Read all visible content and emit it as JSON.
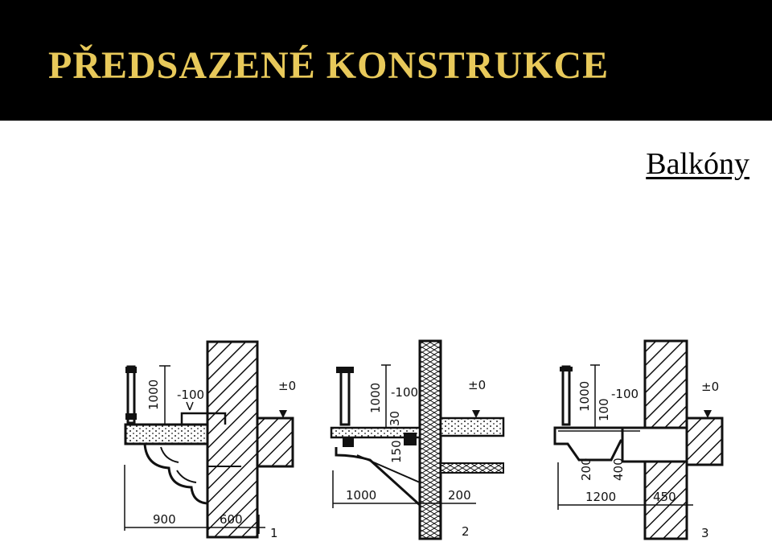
{
  "header": {
    "title": "PŘEDSAZENÉ  KONSTRUKCE",
    "title_color": "#e8c95a",
    "background": "#000000"
  },
  "subtitle": "Balkóny",
  "figures": [
    {
      "number": "1",
      "heights": [
        "1000"
      ],
      "levels": [
        "-100",
        "±0"
      ],
      "widths": [
        "900",
        "600"
      ]
    },
    {
      "number": "2",
      "heights": [
        "1000",
        "30",
        "150"
      ],
      "levels": [
        "-100",
        "±0"
      ],
      "widths": [
        "1000",
        "200"
      ]
    },
    {
      "number": "3",
      "heights": [
        "1000",
        "100",
        "200",
        "400"
      ],
      "levels": [
        "-100",
        "±0"
      ],
      "widths": [
        "1200",
        "450"
      ]
    }
  ]
}
